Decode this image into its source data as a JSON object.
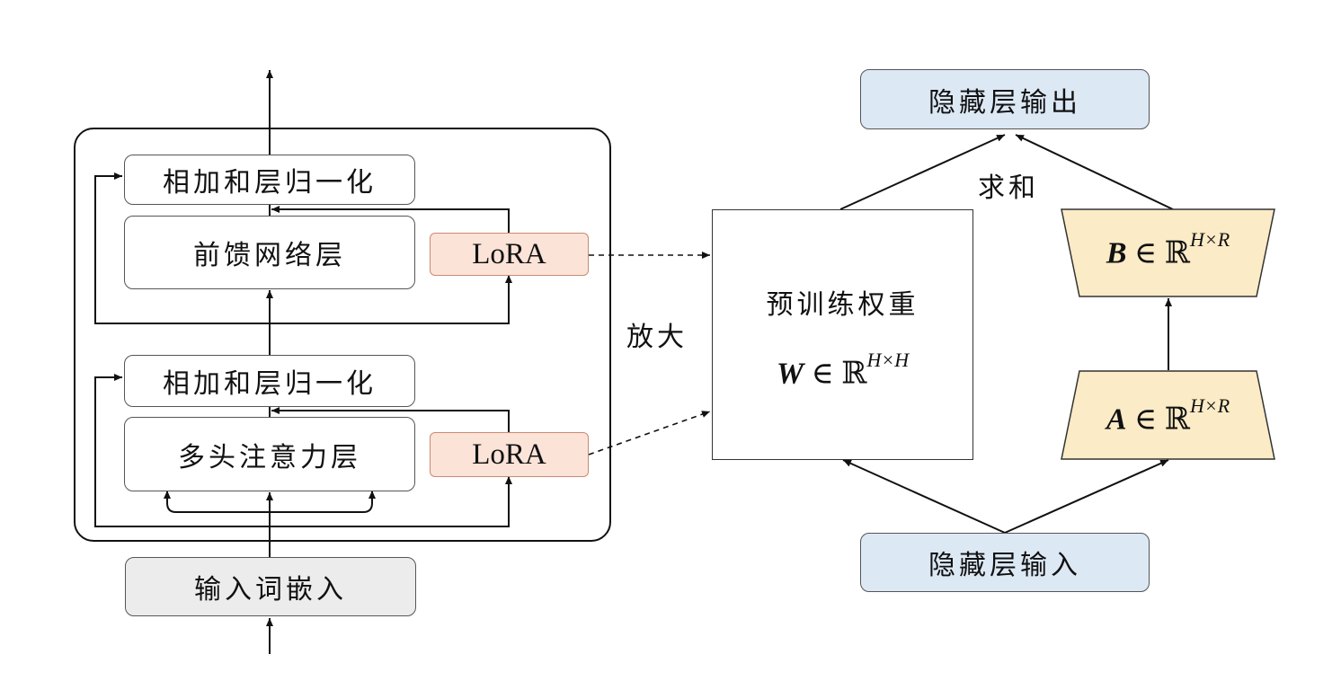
{
  "left": {
    "add_norm_top": "相加和层归一化",
    "ffn": "前馈网络层",
    "lora_top": "LoRA",
    "add_norm_bottom": "相加和层归一化",
    "mha": "多头注意力层",
    "lora_bottom": "LoRA",
    "input_embed": "输入词嵌入"
  },
  "middle": {
    "zoom": "放大"
  },
  "right": {
    "hidden_out": "隐藏层输出",
    "sum": "求和",
    "weights_title": "预训练权重",
    "W": {
      "sym": "W",
      "rel": " ∈ ℝ",
      "sup": "H×H"
    },
    "B": {
      "sym": "B",
      "rel": " ∈ ℝ",
      "sup": "H×R"
    },
    "A": {
      "sym": "A",
      "rel": " ∈ ℝ",
      "sup": "H×R"
    },
    "hidden_in": "隐藏层输入"
  },
  "colors": {
    "lora_fill": "#fbe3d8",
    "trapezoid_fill": "#fbebc6",
    "hidden_fill": "#dde8f5",
    "embed_fill": "#ececec"
  }
}
